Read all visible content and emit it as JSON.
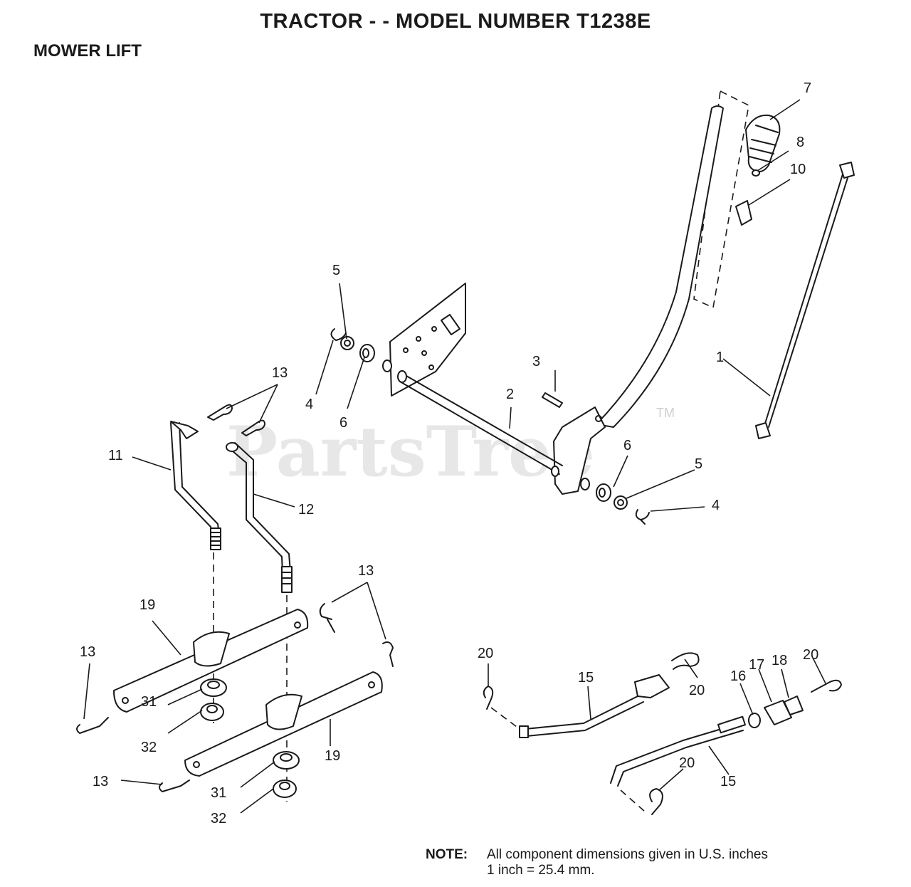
{
  "header": {
    "title": "TRACTOR - - MODEL NUMBER T1238E",
    "section": "MOWER LIFT"
  },
  "watermark": {
    "text": "PartsTree",
    "tm": "TM"
  },
  "note": {
    "label": "NOTE:",
    "line1": "All component dimensions given in U.S. inches",
    "line2": "1 inch = 25.4 mm."
  },
  "callouts": {
    "c1": "1",
    "c2": "2",
    "c3": "3",
    "c4a": "4",
    "c4b": "4",
    "c5a": "5",
    "c5b": "5",
    "c6a": "6",
    "c6b": "6",
    "c7": "7",
    "c8": "8",
    "c10": "10",
    "c11": "11",
    "c12": "12",
    "c13a": "13",
    "c13b": "13",
    "c13c": "13",
    "c13d": "13",
    "c15a": "15",
    "c15b": "15",
    "c16": "16",
    "c17": "17",
    "c18": "18",
    "c19a": "19",
    "c19b": "19",
    "c20a": "20",
    "c20b": "20",
    "c20c": "20",
    "c20d": "20",
    "c31a": "31",
    "c31b": "31",
    "c32a": "32",
    "c32b": "32"
  },
  "colors": {
    "ink": "#1a1a1a",
    "watermark": "#d4d4d4",
    "background": "#ffffff"
  }
}
